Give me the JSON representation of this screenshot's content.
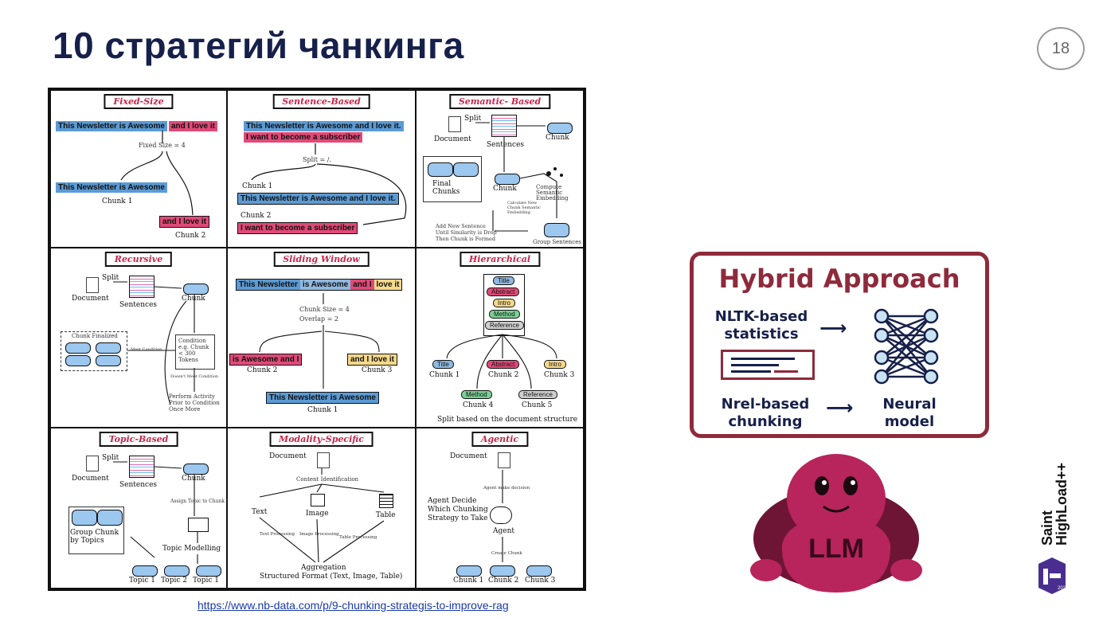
{
  "slide": {
    "title": "10 стратегий чанкинга",
    "page_number": "18"
  },
  "link": "https://www.nb-data.com/p/9-chunking-strategis-to-improve-rag",
  "strategies": {
    "fixed": {
      "title": "Fixed-Size",
      "s1": "This Newsletter is Awesome",
      "s1b": "and I love it",
      "size": "Fixed Size = 4",
      "c1": "This Newsletter is Awesome",
      "c1l": "Chunk 1",
      "c2": "and I love it",
      "c2l": "Chunk 2"
    },
    "sentence": {
      "title": "Sentence-Based",
      "s1": "This Newsletter is Awesome and I love it.",
      "s2": "I want to become a subscriber",
      "split": "Split = /.",
      "c1l": "Chunk 1",
      "c1": "This Newsletter is Awesome and I love it.",
      "c2l": "Chunk 2",
      "c2": "I want to become a subscriber"
    },
    "semantic": {
      "title": "Semantic- Based",
      "split": "Split",
      "doc": "Document",
      "sent": "Sentences",
      "chunk": "Chunk",
      "final": "Final Chunks",
      "chunk2": "Chunk",
      "compute": "Compute Semantic Embedding",
      "calc": "Calculate New Chunk Semantic Embedding",
      "add": "Add New Sentence Until Similarity is Drop Then Chunk is Formed",
      "group": "Group Sentences"
    },
    "recursive": {
      "title": "Recursive",
      "split": "Split",
      "doc": "Document",
      "sent": "Sentences",
      "chunk": "Chunk",
      "final": "Chunk Finalized",
      "meet": "Meet Condition",
      "cond": "Condition e.g. Chunk < 300 Tokens",
      "notmeet": "Doesn't Meet Condition",
      "perform": "Perform Activity Prior to Condition Once More"
    },
    "sliding": {
      "title": "Sliding Window",
      "s_a": "This Newsletter",
      "s_b": "is Awesome",
      "s_c": "and I",
      "s_d": "love it",
      "size": "Chunk Size = 4",
      "overlap": "Overlap = 2",
      "c2": "is Awesome and I",
      "c2l": "Chunk 2",
      "c3": "and I love it",
      "c3l": "Chunk 3",
      "c1": "This Newsletter is Awesome",
      "c1l": "Chunk 1"
    },
    "hierarchical": {
      "title": "Hierarchical",
      "items": [
        "Title",
        "Abstract",
        "Intro",
        "Method",
        "Reference"
      ],
      "c1": "Title",
      "c1l": "Chunk 1",
      "c2": "Abstract",
      "c2l": "Chunk 2",
      "c3": "Intro",
      "c3l": "Chunk 3",
      "c4": "Method",
      "c4l": "Chunk 4",
      "c5": "Reference",
      "c5l": "Chunk 5",
      "caption": "Split based on the document structure"
    },
    "topic": {
      "title": "Topic-Based",
      "split": "Split",
      "doc": "Document",
      "sent": "Sentences",
      "chunk": "Chunk",
      "assign": "Assign Topic to Chunk",
      "group": "Group Chunk by Topics",
      "model": "Topic Modelling",
      "t1": "Topic 1",
      "t2": "Topic 2",
      "t3": "Topic 1"
    },
    "modality": {
      "title": "Modality-Specific",
      "doc": "Document",
      "ci": "Content Identification",
      "text": "Text",
      "image": "Image",
      "table": "Table",
      "tp": "Text Processing",
      "ip": "Image Processing",
      "tbp": "Table Processing",
      "agg": "Aggregation",
      "fmt": "Structured Format (Text, Image, Table)"
    },
    "agentic": {
      "title": "Agentic",
      "doc": "Document",
      "amd": "Agent make decision",
      "decide": "Agent Decide Which Chunking Strategy to Take",
      "agent": "Agent",
      "create": "Create Chunk",
      "c1": "Chunk 1",
      "c2": "Chunk 2",
      "c3": "Chunk 3"
    }
  },
  "hybrid": {
    "title": "Hybrid Approach",
    "nltk": "NLTK-based statistics",
    "nrel": "Nrel-based chunking",
    "neural": "Neural model",
    "border_color": "#8e2a3c"
  },
  "mascot": {
    "label": "LLM",
    "color": "#b8245c"
  },
  "brand": {
    "line1": "Saint",
    "line2": "HighLoad++",
    "year": "2025"
  }
}
